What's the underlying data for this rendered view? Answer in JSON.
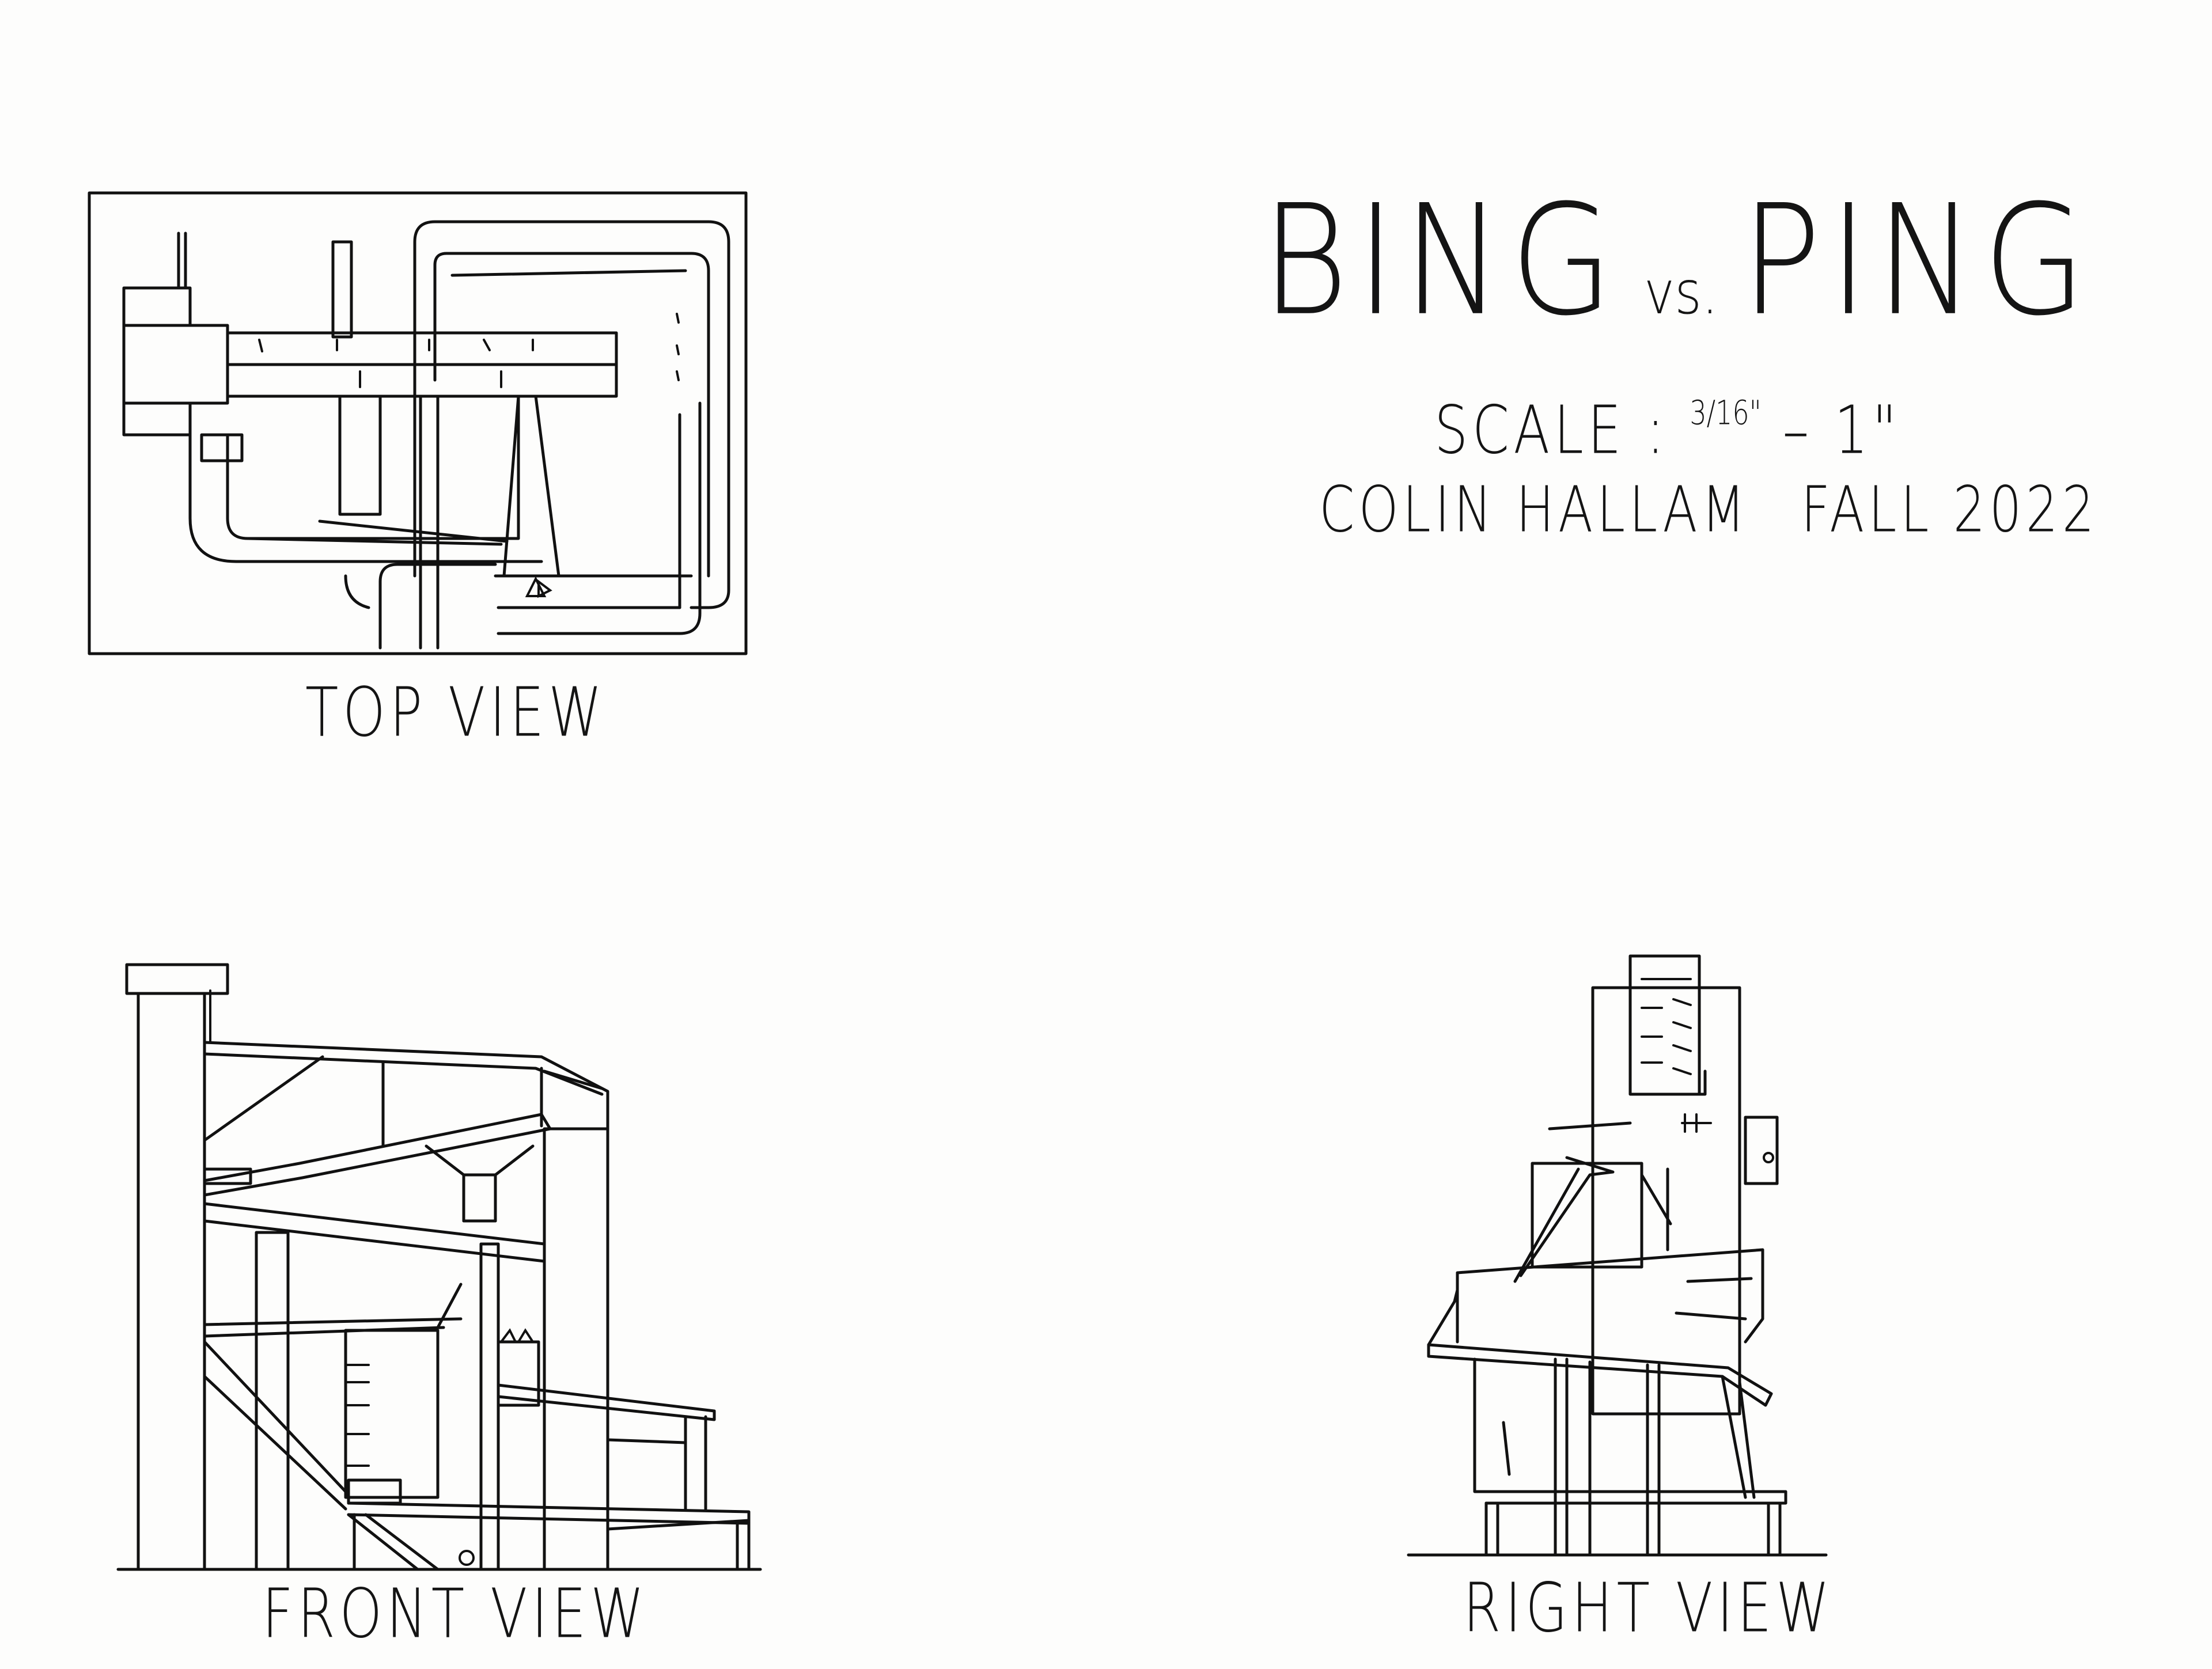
{
  "title": {
    "main": "BING",
    "vs": "vs.",
    "second": "PING"
  },
  "scale": {
    "label": "SCALE :",
    "fraction": "3/16\"",
    "rest": "– 1\""
  },
  "credit": {
    "author": "COLIN HALLAM",
    "term": "FALL 2022"
  },
  "views": {
    "top": "TOP VIEW",
    "front": "FRONT VIEW",
    "right": "RIGHT VIEW"
  },
  "ink_color": "#111111",
  "paper_color": "#fdfdfc"
}
